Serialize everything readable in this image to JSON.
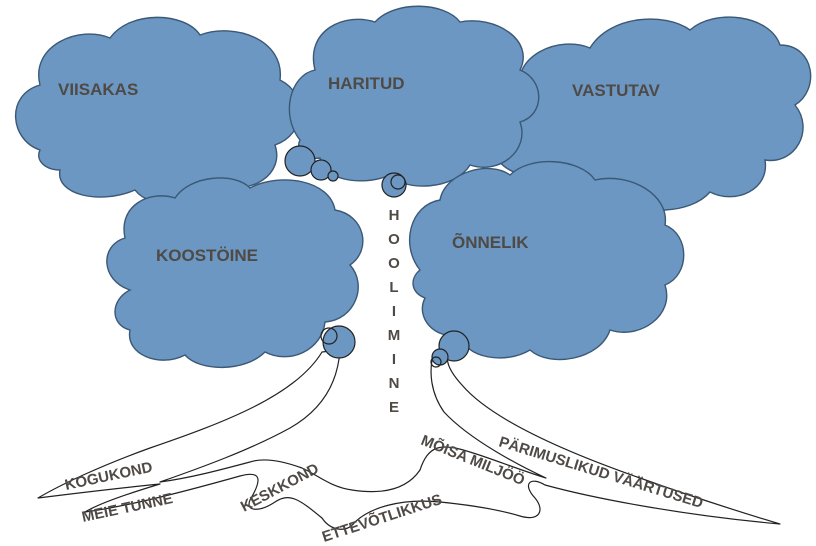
{
  "colors": {
    "cloud_fill": "#6b97c2",
    "cloud_stroke": "#3b5875",
    "text": "#4f4a45",
    "line": "#222222"
  },
  "clouds": [
    {
      "id": "viisakas",
      "label": "VIISAKAS"
    },
    {
      "id": "haritud",
      "label": "HARITUD"
    },
    {
      "id": "vastutav",
      "label": "VASTUTAV"
    },
    {
      "id": "koostoine",
      "label": "KOOSTÖINE"
    },
    {
      "id": "onnelik",
      "label": "ÕNNELIK"
    }
  ],
  "trunk_word": "HOOLIMINE",
  "roots": [
    {
      "id": "kogukond",
      "label": "KOGUKOND"
    },
    {
      "id": "meie-tunne",
      "label": "MEIE TUNNE"
    },
    {
      "id": "keskkond",
      "label": "KESKKOND"
    },
    {
      "id": "ettevotlikkus",
      "label": "ETTEVÕTLIKKUS"
    },
    {
      "id": "moisa-miljoo",
      "label": "MÕISA MILJÖÖ"
    },
    {
      "id": "parimuslikud-vaartused",
      "label": "PÄRIMUSLIKUD VÄÄRTUSED"
    }
  ]
}
